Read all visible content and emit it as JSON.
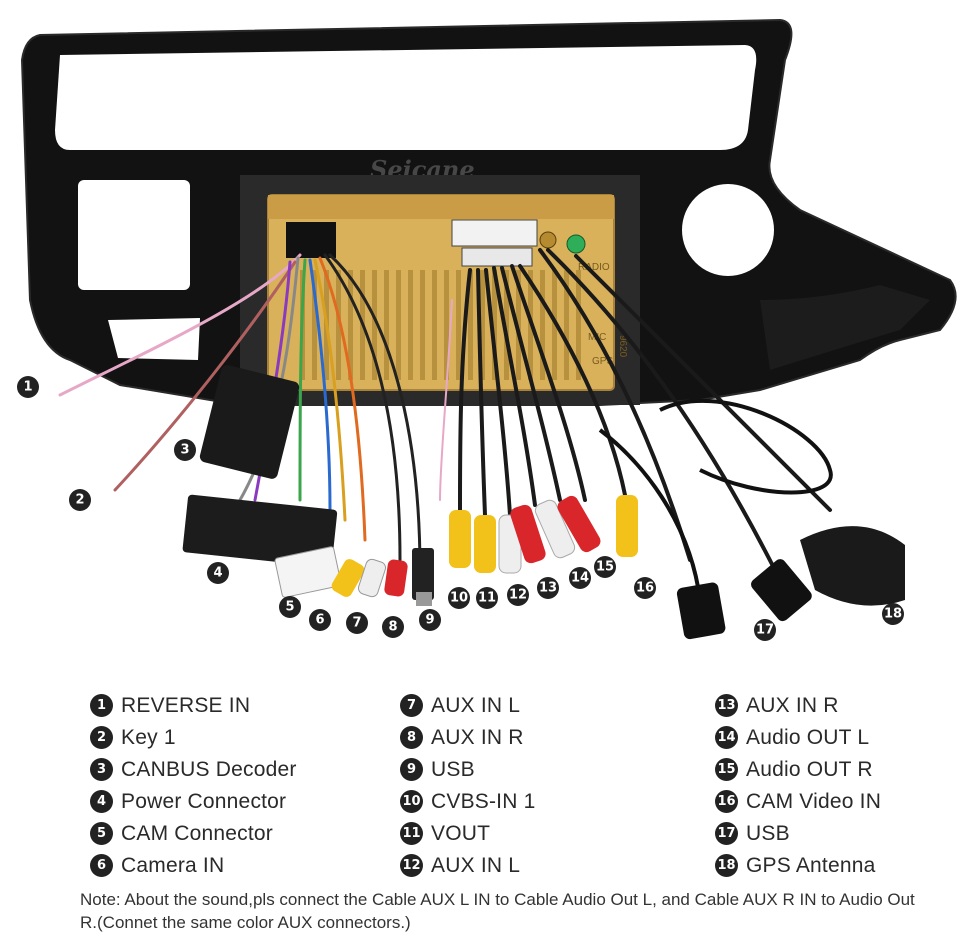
{
  "watermark": "Seicane",
  "unit_labels": {
    "radio": "RADIO",
    "mic": "MIC",
    "gps": "GPS",
    "model": "9620"
  },
  "colors": {
    "bezel": "#111111",
    "chassis": "#d8b15a",
    "rca_yellow": "#f2c11a",
    "rca_red": "#d9262b",
    "rca_white": "#eeeeee",
    "badge": "#222222"
  },
  "callouts": [
    {
      "num": "1"
    },
    {
      "num": "2"
    },
    {
      "num": "3"
    },
    {
      "num": "4"
    },
    {
      "num": "5"
    },
    {
      "num": "6"
    },
    {
      "num": "7"
    },
    {
      "num": "8"
    },
    {
      "num": "9"
    },
    {
      "num": "10"
    },
    {
      "num": "11"
    },
    {
      "num": "12"
    },
    {
      "num": "13"
    },
    {
      "num": "14"
    },
    {
      "num": "15"
    },
    {
      "num": "16"
    },
    {
      "num": "17"
    },
    {
      "num": "18"
    }
  ],
  "legend": {
    "col1": [
      {
        "num": "1",
        "label": "REVERSE IN"
      },
      {
        "num": "2",
        "label": "Key 1"
      },
      {
        "num": "3",
        "label": "CANBUS Decoder"
      },
      {
        "num": "4",
        "label": "Power Connector"
      },
      {
        "num": "5",
        "label": "CAM Connector"
      },
      {
        "num": "6",
        "label": "Camera IN"
      }
    ],
    "col2": [
      {
        "num": "7",
        "label": "AUX IN L"
      },
      {
        "num": "8",
        "label": "AUX IN R"
      },
      {
        "num": "9",
        "label": "USB"
      },
      {
        "num": "10",
        "label": "CVBS-IN 1"
      },
      {
        "num": "11",
        "label": "VOUT"
      },
      {
        "num": "12",
        "label": "AUX IN L"
      }
    ],
    "col3": [
      {
        "num": "13",
        "label": "AUX IN R"
      },
      {
        "num": "14",
        "label": "Audio OUT L"
      },
      {
        "num": "15",
        "label": "Audio OUT R"
      },
      {
        "num": "16",
        "label": "CAM Video IN"
      },
      {
        "num": "17",
        "label": "USB"
      },
      {
        "num": "18",
        "label": "GPS Antenna"
      }
    ]
  },
  "note": "Note: About the sound,pls connect the Cable AUX L IN to Cable Audio Out L, and Cable AUX R IN to Audio Out R.(Connet the same color AUX connectors.)"
}
